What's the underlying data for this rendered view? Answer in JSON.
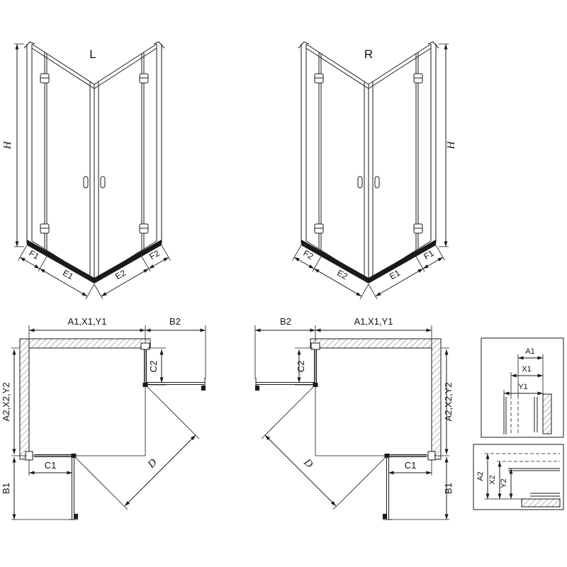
{
  "front_views": {
    "left": {
      "title": "L",
      "height_dim": "H",
      "dim_f1": "F1",
      "dim_e1": "E1",
      "dim_e2": "E2",
      "dim_f2": "F2"
    },
    "right": {
      "title": "R",
      "height_dim": "H",
      "dim_f2": "F2",
      "dim_e2": "E2",
      "dim_e1": "E1",
      "dim_f1": "F1"
    }
  },
  "plan_views": {
    "left": {
      "width_dim": "A1,X1,Y1",
      "door_projection_top": "B2",
      "fixed_side": "C2",
      "depth_dim": "A2,X2,Y2",
      "door_projection_bottom": "B1",
      "fixed_bottom": "C1",
      "entry_diagonal": "D"
    },
    "right": {
      "door_projection_top": "B2",
      "width_dim": "A1,X1,Y1",
      "fixed_side": "C2",
      "depth_dim": "A2,X2,Y2",
      "door_projection_bottom": "B1",
      "fixed_bottom": "C1",
      "entry_diagonal": "D"
    }
  },
  "detail_views": {
    "wall_profile_horizontal": {
      "dim_a1": "A1",
      "dim_x1": "X1",
      "dim_y1": "Y1"
    },
    "wall_profile_vertical": {
      "dim_a2": "A2",
      "dim_x2": "X2",
      "dim_y2": "Y2"
    }
  },
  "colors": {
    "line": "#1a1a1a",
    "hatch": "#808080",
    "tray": "#1a1a1a"
  }
}
